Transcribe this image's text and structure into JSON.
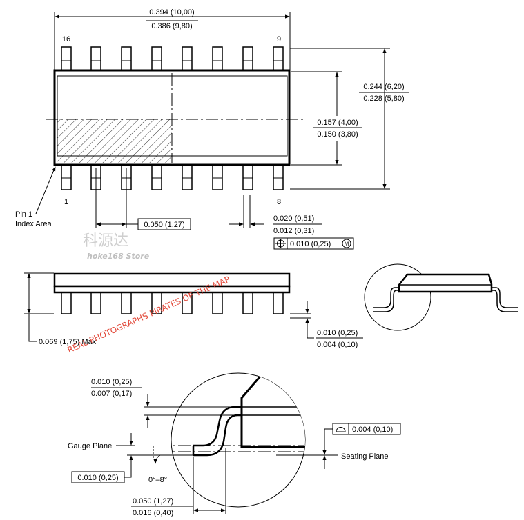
{
  "top_view": {
    "width_max": "0.394 (10,00)",
    "width_min": "0.386 (9,80)",
    "pin_16": "16",
    "pin_9": "9",
    "pin_1": "1",
    "pin_8": "8",
    "span_max": "0.244 (6,20)",
    "span_min": "0.228 (5,80)",
    "body_max": "0.157 (4,00)",
    "body_min": "0.150 (3,80)",
    "pin1_label_line1": "Pin 1",
    "pin1_label_line2": "Index Area",
    "pitch": "0.050 (1,27)",
    "lead_w_max": "0.020 (0,51)",
    "lead_w_min": "0.012 (0,31)",
    "tolerance": "0.010 (0,25)",
    "tolerance_mod": "M"
  },
  "side_view": {
    "height": "0.069 (1,75) Max",
    "standoff_max": "0.010 (0,25)",
    "standoff_min": "0.004 (0,10)"
  },
  "detail_view": {
    "lead_t_max": "0.010 (0,25)",
    "lead_t_min": "0.007 (0,17)",
    "gauge_plane": "Gauge Plane",
    "gauge_dim": "0.010 (0,25)",
    "angle": "0°–8°",
    "foot_max": "0.050 (1,27)",
    "foot_min": "0.016 (0,40)",
    "coplanarity": "0.004 (0,10)",
    "seating_plane": "Seating Plane"
  },
  "watermark": {
    "cn": "科源达",
    "store": "hoke168 Store",
    "red": "REAL PHOTOGRAPHS PIRATES OF THE MAP"
  }
}
